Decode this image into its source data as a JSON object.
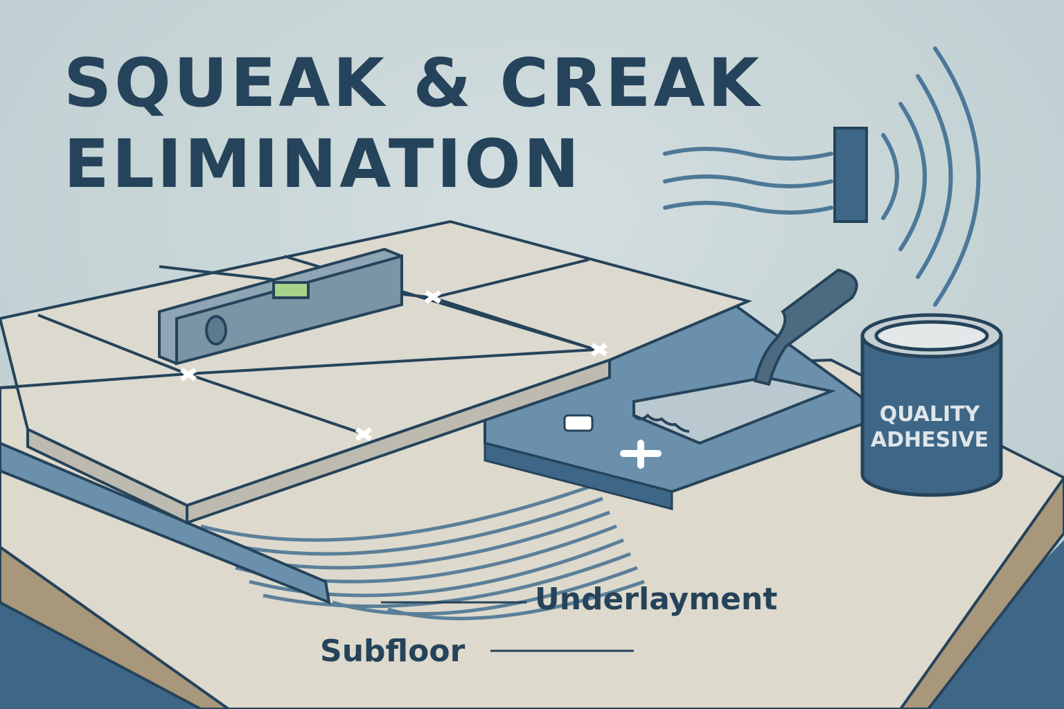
{
  "title": {
    "line1": "SQUEAK & CREAK",
    "line2": "ELIMINATION"
  },
  "adhesive_can": {
    "line1": "QUALITY",
    "line2": "ADHESIVE"
  },
  "labels": {
    "underlayment": "Underlayment",
    "subfloor": "Subfloor"
  },
  "colors": {
    "background": "#c8d5d7",
    "title": "#25435a",
    "tile": "#dcd9cf",
    "underlayment": "#6a90ab",
    "subfloor": "#ddd9cc",
    "wood": "#a8977a",
    "floor": "#3e6686"
  }
}
